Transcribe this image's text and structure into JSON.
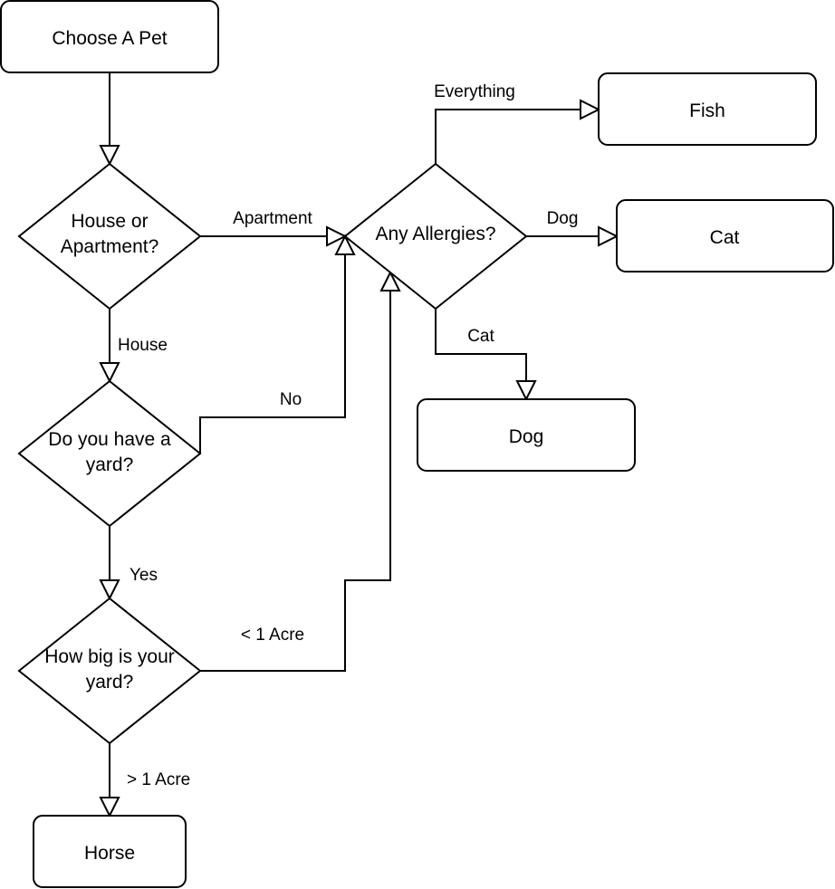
{
  "nodes": {
    "start": "Choose A Pet",
    "housing": [
      "House or",
      "Apartment?"
    ],
    "allergies": "Any Allergies?",
    "yard": [
      "Do you have a",
      "yard?"
    ],
    "yard_size": [
      "How big is your",
      "yard?"
    ],
    "fish": "Fish",
    "cat": "Cat",
    "dog": "Dog",
    "horse": "Horse"
  },
  "edges": {
    "apartment": "Apartment",
    "house": "House",
    "no": "No",
    "yes": "Yes",
    "less_acre": "< 1 Acre",
    "more_acre": "> 1 Acre",
    "everything": "Everything",
    "dog_allergy": "Dog",
    "cat_allergy": "Cat"
  }
}
